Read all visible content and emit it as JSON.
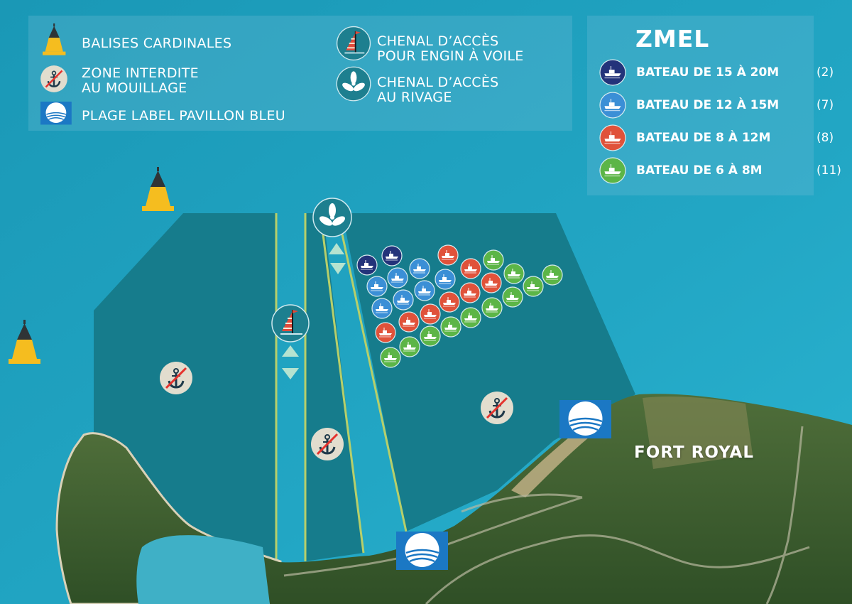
{
  "legend": {
    "items": [
      {
        "icon": "cardinal-buoy-icon",
        "label_lines": [
          "BALISES CARDINALES"
        ]
      },
      {
        "icon": "no-anchoring-icon",
        "label_lines": [
          "ZONE INTERDITE",
          "AU MOUILLAGE"
        ]
      },
      {
        "icon": "blue-flag-icon",
        "label_lines": [
          "PLAGE LABEL PAVILLON BLEU"
        ]
      },
      {
        "icon": "sailboat-channel-icon",
        "label_lines": [
          "CHENAL D’ACCÈS",
          "POUR ENGIN À VOILE"
        ]
      },
      {
        "icon": "propeller-channel-icon",
        "label_lines": [
          "CHENAL D’ACCÈS",
          "AU RIVAGE"
        ]
      }
    ]
  },
  "zmel": {
    "title": "ZMEL",
    "categories": [
      {
        "label": "BATEAU DE 15 À 20M",
        "count": "(2)",
        "color": "#23337a"
      },
      {
        "label": "BATEAU DE 12 À 15M",
        "count": "(7)",
        "color": "#3b8fd6"
      },
      {
        "label": "BATEAU DE 8 À 12M",
        "count": "(8)",
        "color": "#e0523a"
      },
      {
        "label": "BATEAU DE 6 À 8M",
        "count": "(11)",
        "color": "#5cb547"
      }
    ]
  },
  "places": {
    "fort_royal": "FORT ROYAL"
  },
  "colors": {
    "ocean": "#1c9cb8",
    "restricted_zone": "#167c8c",
    "channel_line": "#b7cf6a",
    "buoy_yellow": "#f5bd1f",
    "buoy_black": "#2f3436",
    "blue_flag": "#1b78c4",
    "anchor_bg": "#e2ddce",
    "anchor_slash": "#e5322d"
  },
  "moorings": {
    "navy": [
      [
        517,
        373
      ],
      [
        552,
        360
      ]
    ],
    "blue": [
      [
        591,
        378
      ],
      [
        560,
        391
      ],
      [
        531,
        403
      ],
      [
        627,
        393
      ],
      [
        598,
        409
      ],
      [
        568,
        422
      ],
      [
        538,
        434
      ]
    ],
    "red": [
      [
        631,
        359
      ],
      [
        663,
        378
      ],
      [
        692,
        398
      ],
      [
        662,
        412
      ],
      [
        633,
        425
      ],
      [
        606,
        442
      ],
      [
        576,
        453
      ],
      [
        543,
        468
      ]
    ],
    "green": [
      [
        695,
        366
      ],
      [
        724,
        385
      ],
      [
        778,
        387
      ],
      [
        751,
        403
      ],
      [
        722,
        418
      ],
      [
        693,
        433
      ],
      [
        663,
        447
      ],
      [
        635,
        460
      ],
      [
        606,
        473
      ],
      [
        577,
        488
      ],
      [
        550,
        503
      ]
    ]
  }
}
